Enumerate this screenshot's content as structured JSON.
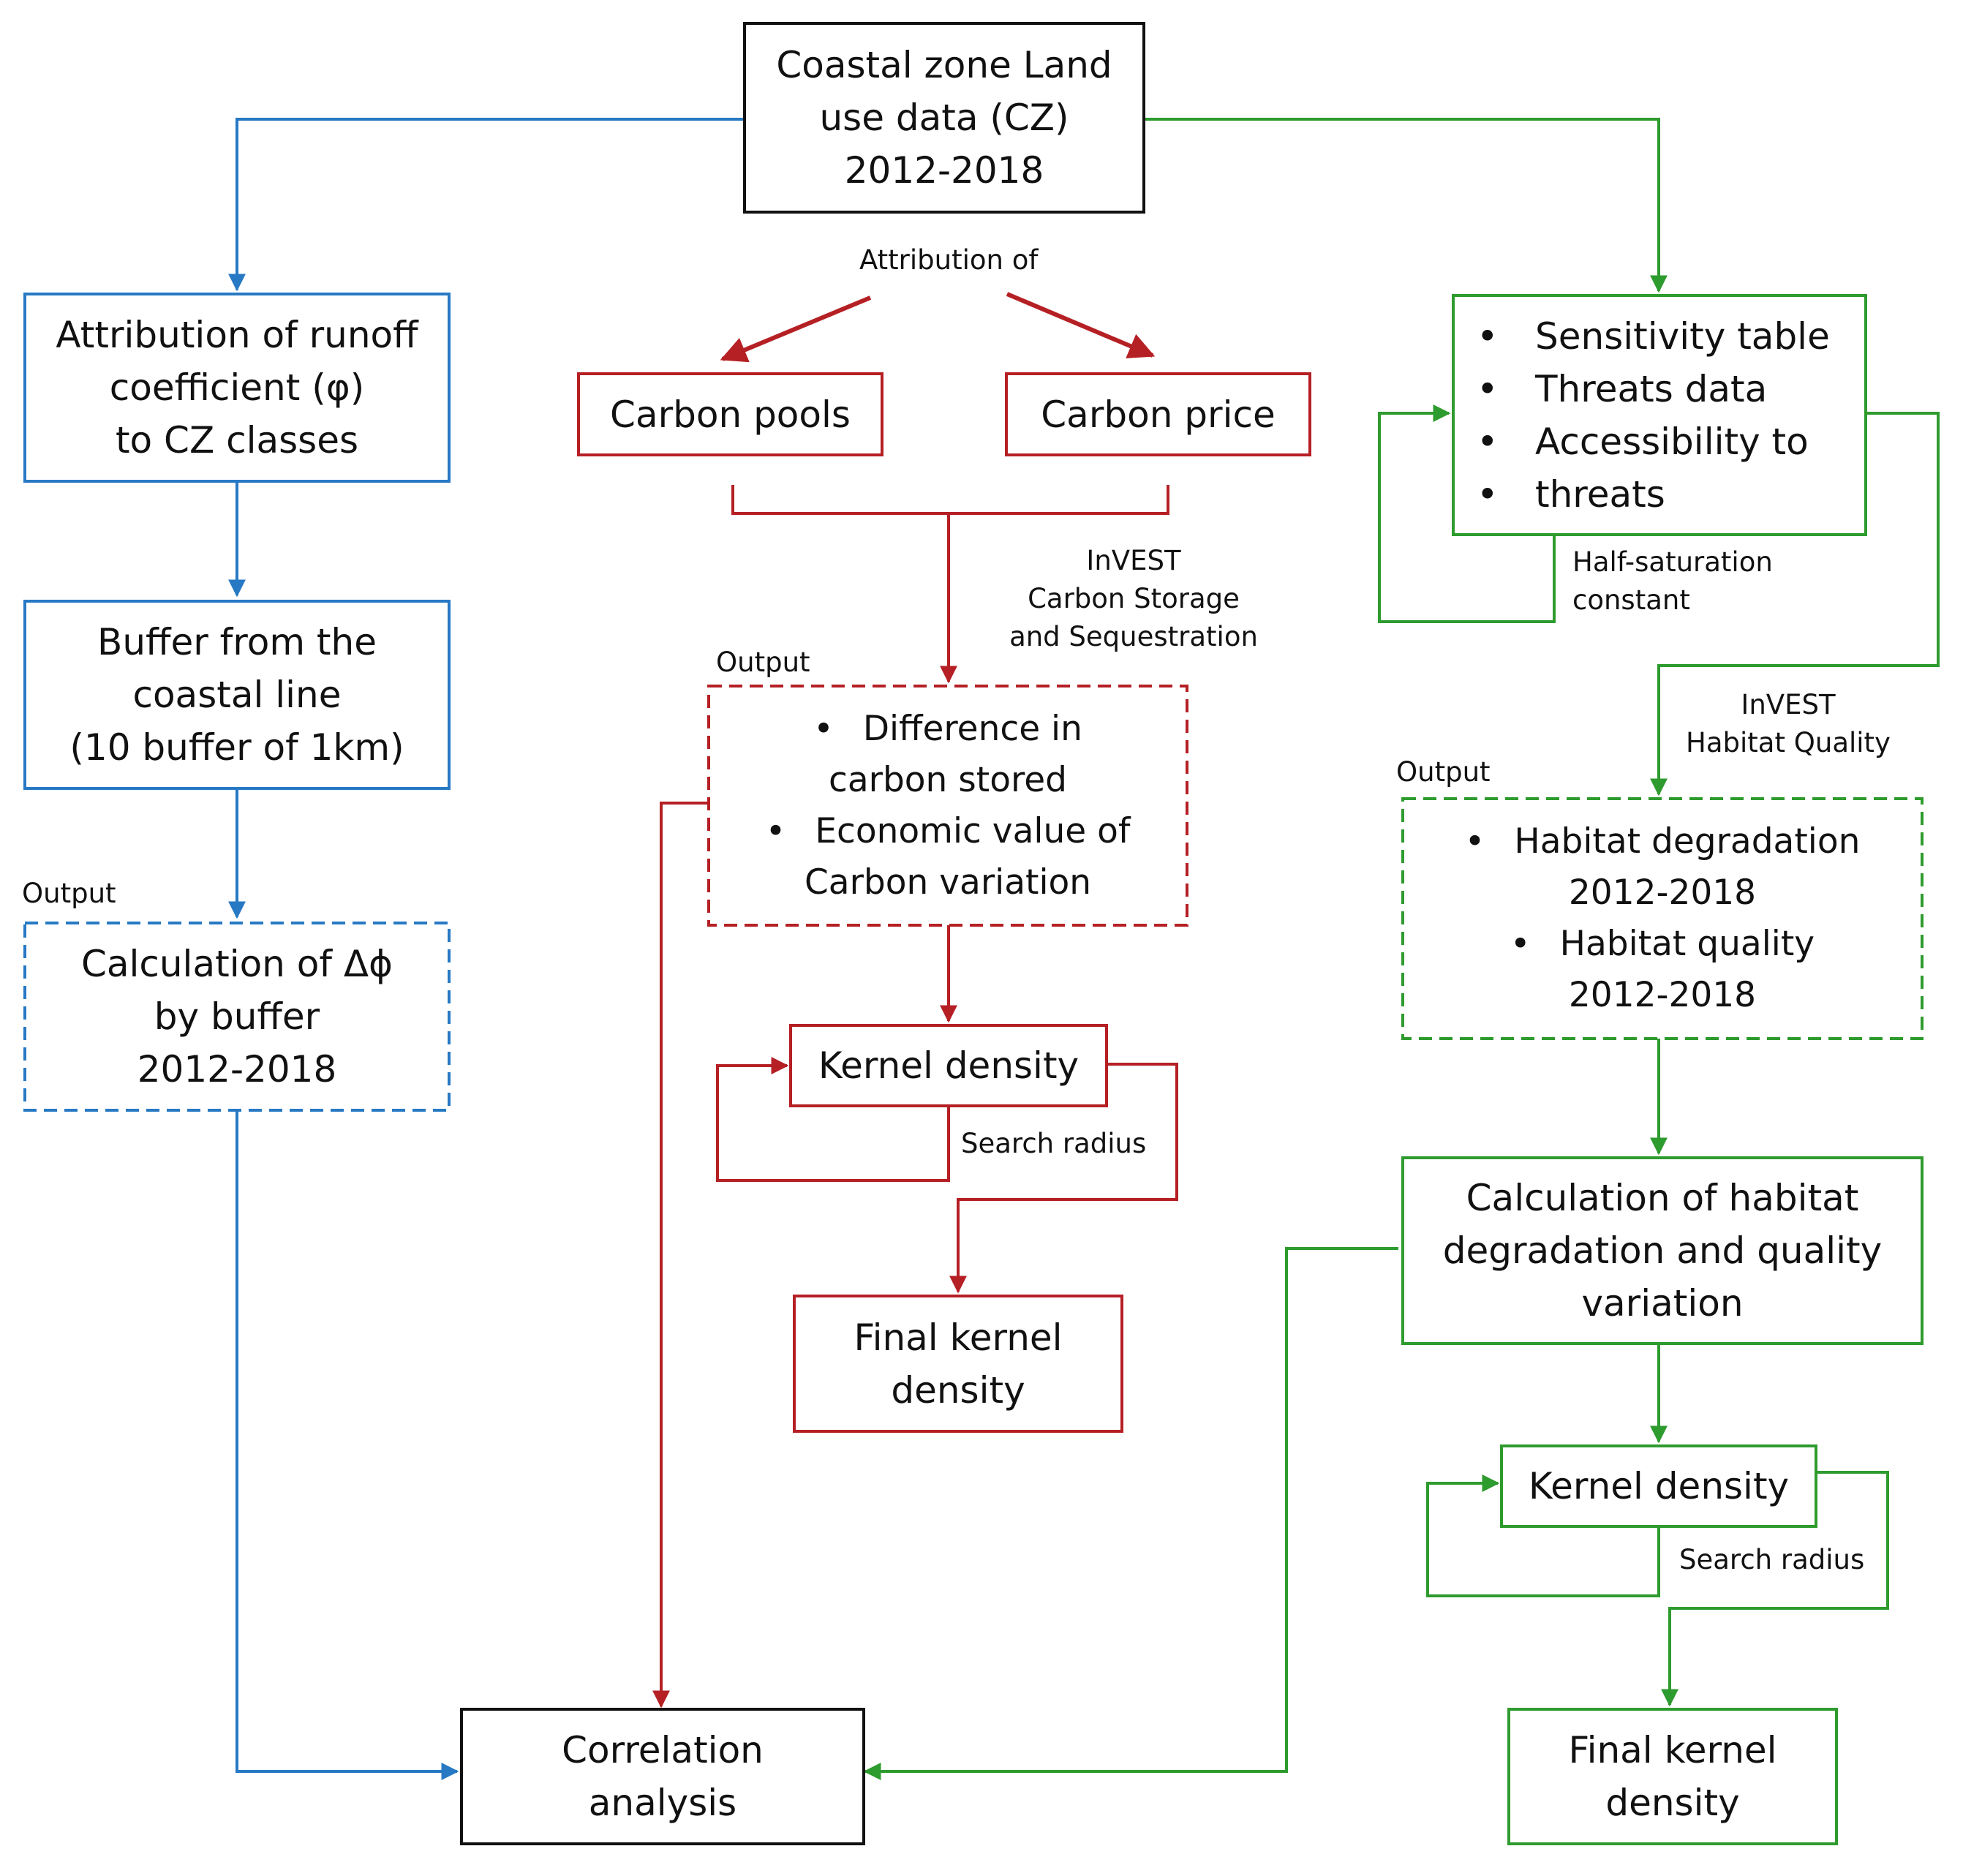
{
  "colors": {
    "blue": "#2779c4",
    "red": "#b52025",
    "green": "#2e9b2e",
    "black": "#111111"
  },
  "boxes": {
    "coastal": [
      "Coastal zone Land",
      "use data (CZ)",
      "2012-2018"
    ],
    "runoff": [
      "Attribution of runoff",
      "coefficient (φ)",
      "to CZ classes"
    ],
    "buffer": [
      "Buffer from the",
      "coastal line",
      "(10 buffer of 1km)"
    ],
    "delta_phi": [
      "Calculation of Δϕ",
      "by buffer",
      "2012-2018"
    ],
    "carbon_pools": "Carbon pools",
    "carbon_price": "Carbon price",
    "carbon_output": {
      "item1": [
        "Difference in",
        "carbon stored"
      ],
      "item2": [
        "Economic value of",
        "Carbon variation"
      ]
    },
    "kernel_red": "Kernel density",
    "final_red": [
      "Final kernel",
      "density"
    ],
    "sensitivity": {
      "items": [
        "Sensitivity table",
        "Threats data",
        "Accessibility to"
      ],
      "item3_cont": "threats"
    },
    "habitat_output": {
      "item1": [
        "Habitat degradation",
        "2012-2018"
      ],
      "item2": [
        "Habitat quality",
        "2012-2018"
      ]
    },
    "habitat_calc": [
      "Calculation of habitat",
      "degradation and quality",
      "variation"
    ],
    "kernel_green": "Kernel density",
    "final_green": [
      "Final kernel",
      "density"
    ],
    "correlation": [
      "Correlation",
      "analysis"
    ]
  },
  "labels": {
    "attribution_of": "Attribution of",
    "invest_carbon": [
      "InVEST",
      "Carbon Storage",
      "and Sequestration"
    ],
    "output_carbon": "Output",
    "search_radius_red": "Search radius",
    "half_saturation": [
      "Half-saturation",
      "constant"
    ],
    "invest_habitat": [
      "InVEST",
      "Habitat Quality"
    ],
    "output_habitat": "Output",
    "output_blue": "Output",
    "search_radius_green": "Search radius"
  }
}
